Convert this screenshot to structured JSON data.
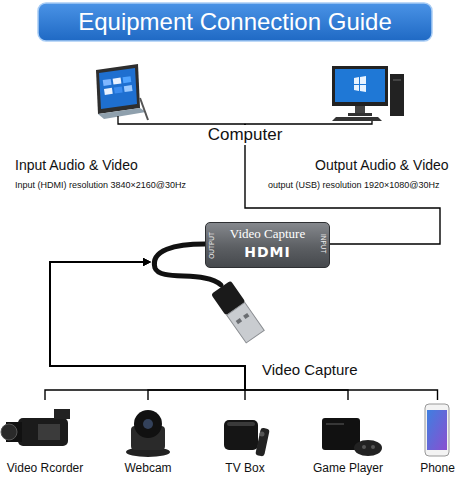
{
  "diagram": {
    "title": "Equipment Connection Guide",
    "nodes": [
      {
        "text": [
          "Computer"
        ]
      },
      {
        "text": [
          "Video Capture",
          "HDMI",
          "OUTPUT",
          "INPUT"
        ]
      },
      {
        "text": [
          "Video Rcorder"
        ]
      },
      {
        "text": [
          "Webcam"
        ]
      },
      {
        "text": [
          "TV Box"
        ]
      },
      {
        "text": [
          "Game Player"
        ]
      },
      {
        "text": [
          "Phone"
        ]
      }
    ],
    "edges": [
      {
        "from": 1,
        "to": 0,
        "arrow": "to"
      },
      {
        "from": 2,
        "to": 1,
        "arrow": "to"
      },
      {
        "from": 3,
        "to": 1,
        "arrow": "to"
      },
      {
        "from": 4,
        "to": 1,
        "arrow": "to"
      },
      {
        "from": 5,
        "to": 1,
        "arrow": "to"
      },
      {
        "from": 6,
        "to": 1,
        "arrow": "to"
      }
    ],
    "labels": [
      "Input Audio & Video",
      "Input (HDMI) resolution 3840×2160@30Hz",
      "Output Audio & Video",
      "output (USB) resolution 1920×1080@30Hz",
      "Video Capture"
    ]
  }
}
